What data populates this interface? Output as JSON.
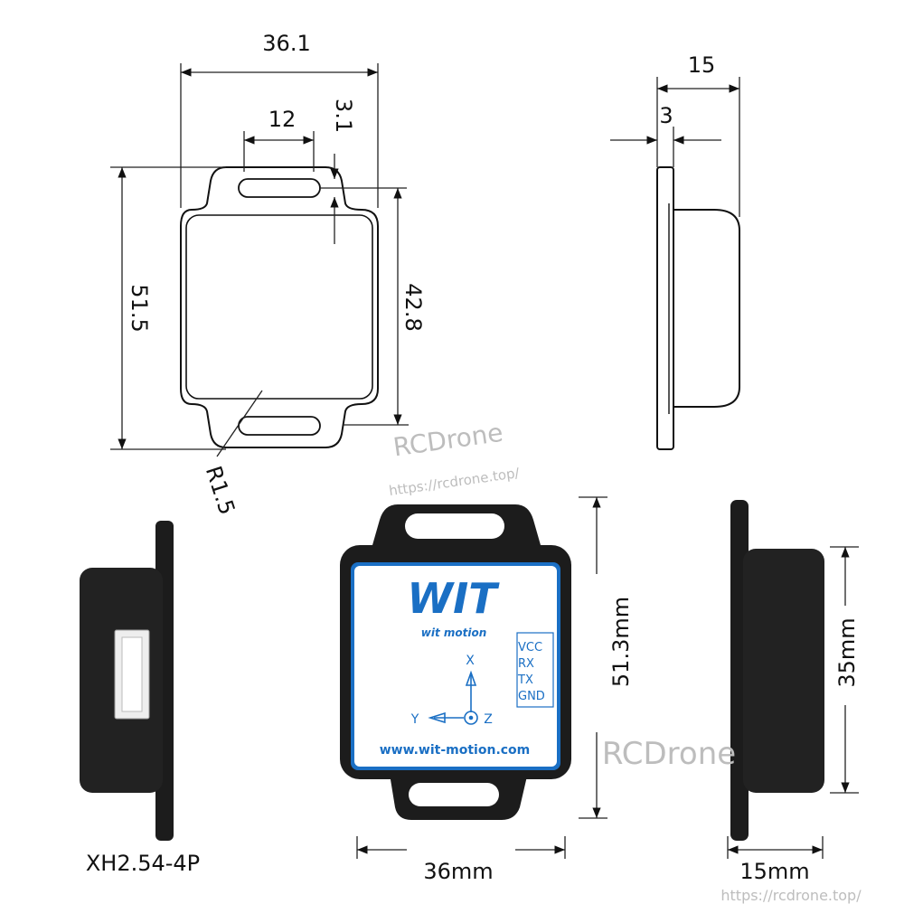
{
  "drawing": {
    "dimensions": {
      "width_top": "36.1",
      "slot_width": "12",
      "slot_offset": "3.1",
      "total_height": "51.5",
      "body_height": "42.8",
      "side_depth": "15",
      "flange_thickness": "3",
      "corner_radius": "R1.5"
    }
  },
  "photos": {
    "front_height": "51.3mm",
    "front_width": "36mm",
    "side_height": "35mm",
    "side_depth": "15mm",
    "connector_label": "XH2.54-4P",
    "logo_text": "WIT",
    "logo_subtitle": "wit motion",
    "pins": [
      "VCC",
      "RX",
      "TX",
      "GND"
    ],
    "axis_x": "X",
    "axis_y": "Y",
    "axis_z": "Z",
    "website": "www.wit-motion.com"
  },
  "watermark": {
    "brand": "RCDrone",
    "url": "https://rcdrone.top/"
  },
  "colors": {
    "label_blue": "#1a6fc4",
    "housing": "#1c1c1c"
  }
}
